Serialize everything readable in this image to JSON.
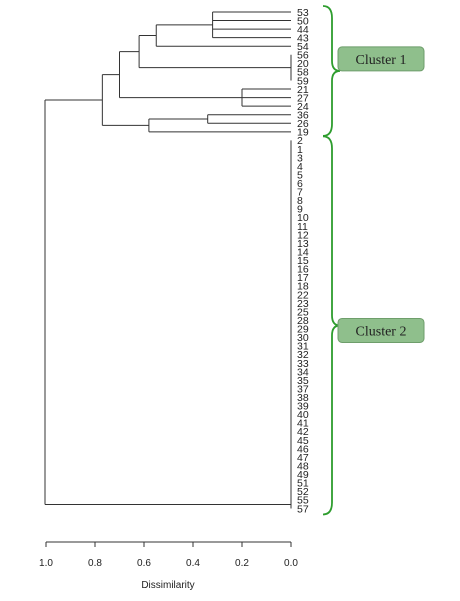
{
  "chart_data": {
    "type": "dendrogram",
    "xlabel": "Dissimilarity",
    "xlim": [
      1.0,
      0.0
    ],
    "x_ticks": [
      "1.0",
      "0.8",
      "0.6",
      "0.4",
      "0.2",
      "0.0"
    ],
    "leaf_order": [
      "53",
      "50",
      "44",
      "43",
      "54",
      "56",
      "20",
      "58",
      "59",
      "21",
      "27",
      "24",
      "36",
      "26",
      "19",
      "2",
      "1",
      "3",
      "4",
      "5",
      "6",
      "7",
      "8",
      "9",
      "10",
      "11",
      "12",
      "13",
      "14",
      "15",
      "16",
      "17",
      "18",
      "22",
      "23",
      "25",
      "28",
      "29",
      "30",
      "31",
      "32",
      "33",
      "34",
      "35",
      "37",
      "38",
      "39",
      "40",
      "41",
      "42",
      "45",
      "46",
      "47",
      "48",
      "49",
      "51",
      "52",
      "55",
      "57"
    ],
    "merges": [
      {
        "height": 0.32,
        "members": [
          "53",
          "50",
          "44",
          "43"
        ]
      },
      {
        "height": 0.55,
        "members": [
          "53",
          "50",
          "44",
          "43",
          "54"
        ]
      },
      {
        "height": 0.0,
        "members": [
          "56",
          "20",
          "58",
          "59"
        ]
      },
      {
        "height": 0.62,
        "members": [
          "53",
          "50",
          "44",
          "43",
          "54",
          "56",
          "20",
          "58",
          "59"
        ]
      },
      {
        "height": 0.2,
        "members": [
          "21",
          "27",
          "24"
        ]
      },
      {
        "height": 0.7,
        "members": [
          "53",
          "50",
          "44",
          "43",
          "54",
          "56",
          "20",
          "58",
          "59",
          "21",
          "27",
          "24"
        ]
      },
      {
        "height": 0.34,
        "members": [
          "36",
          "26"
        ]
      },
      {
        "height": 0.58,
        "members": [
          "36",
          "26",
          "19"
        ]
      },
      {
        "height": 0.77,
        "members": [
          "53",
          "50",
          "44",
          "43",
          "54",
          "56",
          "20",
          "58",
          "59",
          "21",
          "27",
          "24",
          "36",
          "26",
          "19"
        ]
      },
      {
        "height": 0.0,
        "members": [
          "cluster-2-leaves"
        ]
      },
      {
        "height": 1.0,
        "members": [
          "all"
        ]
      }
    ],
    "clusters": [
      {
        "label": "Cluster 1",
        "first_leaf": "53",
        "last_leaf": "19"
      },
      {
        "label": "Cluster 2",
        "first_leaf": "2",
        "last_leaf": "57"
      }
    ],
    "colors": {
      "tree": "#333333",
      "brace": "#2e9d2e",
      "label_bg": "#8fbf8c",
      "label_border": "#6e9e6b"
    }
  }
}
